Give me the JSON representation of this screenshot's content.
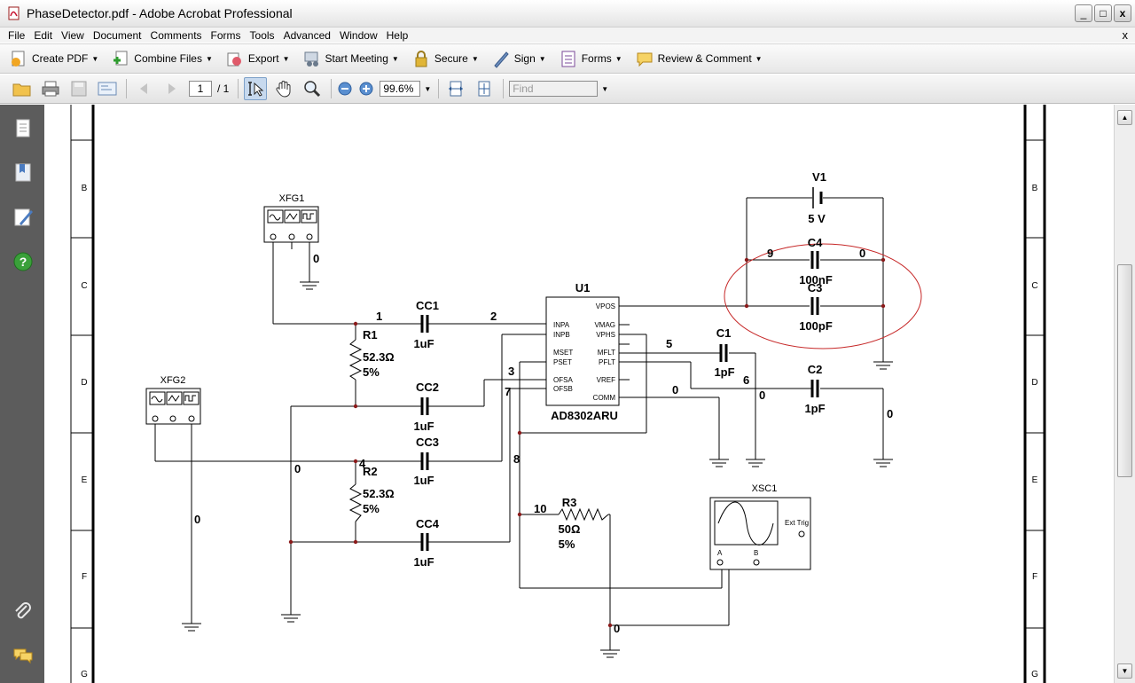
{
  "window": {
    "title": "PhaseDetector.pdf - Adobe Acrobat Professional",
    "controls": {
      "minimize": "_",
      "maximize": "□",
      "close": "x"
    }
  },
  "menu": {
    "items": [
      {
        "label": "File"
      },
      {
        "label": "Edit"
      },
      {
        "label": "View"
      },
      {
        "label": "Document"
      },
      {
        "label": "Comments"
      },
      {
        "label": "Forms"
      },
      {
        "label": "Tools"
      },
      {
        "label": "Advanced"
      },
      {
        "label": "Window"
      },
      {
        "label": "Help"
      }
    ],
    "doc_close": "x"
  },
  "tasks": [
    {
      "label": "Create PDF",
      "icon": "create-pdf-icon"
    },
    {
      "label": "Combine Files",
      "icon": "combine-files-icon"
    },
    {
      "label": "Export",
      "icon": "export-icon"
    },
    {
      "label": "Start Meeting",
      "icon": "meeting-icon"
    },
    {
      "label": "Secure",
      "icon": "lock-icon"
    },
    {
      "label": "Sign",
      "icon": "pen-icon"
    },
    {
      "label": "Forms",
      "icon": "forms-icon"
    },
    {
      "label": "Review & Comment",
      "icon": "comment-icon"
    }
  ],
  "nav": {
    "page_current": "1",
    "page_total": "/ 1",
    "zoom": "99.6%",
    "find_placeholder": "Find"
  },
  "schematic": {
    "border_letters": [
      "B",
      "C",
      "D",
      "E",
      "F",
      "G"
    ],
    "components": {
      "xfg1": "XFG1",
      "xfg2": "XFG2",
      "xsc1": "XSC1",
      "ext_trig": "Ext Trig",
      "scope_a": "A",
      "scope_b": "B",
      "v1": "V1",
      "v1_value": "5 V",
      "u1": "U1",
      "u1_part": "AD8302ARU",
      "r1": "R1",
      "r1_value": "52.3Ω",
      "r1_tol": "5%",
      "r2": "R2",
      "r2_value": "52.3Ω",
      "r2_tol": "5%",
      "r3": "R3",
      "r3_value": "50Ω",
      "r3_tol": "5%",
      "cc1": "CC1",
      "cc1_value": "1uF",
      "cc2": "CC2",
      "cc2_value": "1uF",
      "cc3": "CC3",
      "cc3_value": "1uF",
      "cc4": "CC4",
      "cc4_value": "1uF",
      "c1": "C1",
      "c1_value": "1pF",
      "c2": "C2",
      "c2_value": "1pF",
      "c3": "C3",
      "c3_value": "100pF",
      "c4": "C4",
      "c4_value": "100nF"
    },
    "pins": {
      "inpa": "INPA",
      "inpb": "INPB",
      "mset": "MSET",
      "pset": "PSET",
      "ofsa": "OFSA",
      "ofsb": "OFSB",
      "vpos": "VPOS",
      "vmag": "VMAG",
      "vphs": "VPHS",
      "mflt": "MFLT",
      "pflt": "PFLT",
      "vref": "VREF",
      "comm": "COMM"
    },
    "nodes": {
      "n0_xfg1": "0",
      "n1": "1",
      "n2": "2",
      "n3": "3",
      "n4": "4",
      "n5": "5",
      "n6": "6",
      "n7": "7",
      "n8": "8",
      "n9": "9",
      "n10": "10",
      "n0_c4": "0",
      "n0_comm": "0",
      "n0_c1": "0",
      "n0_c2": "0",
      "n0_left": "0",
      "n0_xfg2": "0",
      "n0_bottom": "0"
    }
  }
}
